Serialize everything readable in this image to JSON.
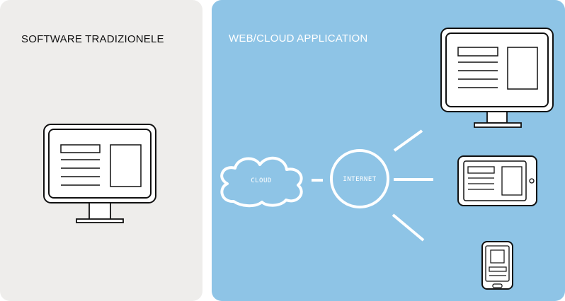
{
  "left": {
    "title": "SOFTWARE TRADIZIONELE",
    "background": "#eeedeb",
    "icon": "desktop-monitor-icon"
  },
  "right": {
    "title": "WEB/CLOUD APPLICATION",
    "background": "#8ec4e6",
    "cloud_label": "CLOUD",
    "internet_label": "INTERNET",
    "devices": [
      "desktop-monitor-icon",
      "tablet-icon",
      "phone-icon"
    ]
  },
  "colors": {
    "stroke": "#111111",
    "connector": "#ffffff"
  }
}
